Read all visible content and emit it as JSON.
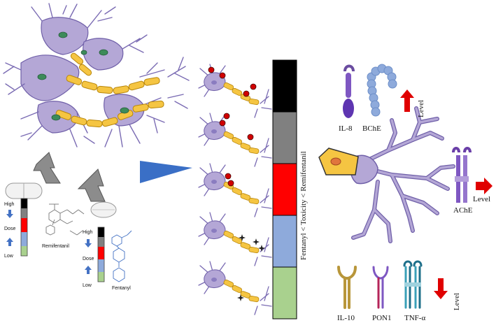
{
  "left": {
    "remi_scale": {
      "high": "High",
      "dose": "Dose",
      "low": "Low"
    },
    "remi_name": "Remifentanil",
    "fent_scale": {
      "high": "High",
      "dose": "Dose",
      "low": "Low"
    },
    "fent_name": "Fentanyl"
  },
  "middle": {
    "toxicity_label": "Fentanyl  <  Toxicity  <  Remifentanil",
    "bar_colors": [
      "#000000",
      "#808080",
      "#ff0000",
      "#8eaadb",
      "#a9d18e"
    ]
  },
  "right": {
    "il8": "IL-8",
    "bche": "BChE",
    "level_up": "Level",
    "ache": "AChE",
    "level_right": "Level",
    "il10": "IL-10",
    "pon1": "PON1",
    "tnf": "TNF-α",
    "level_down": "Level"
  },
  "colors": {
    "neuron": "#b4a7d6",
    "axon": "#f5c542",
    "arrow_gray": "#8c8c8c",
    "arrow_blue": "#4472c4",
    "arrow_red": "#e00000",
    "triangle": "#3a6fc6"
  }
}
